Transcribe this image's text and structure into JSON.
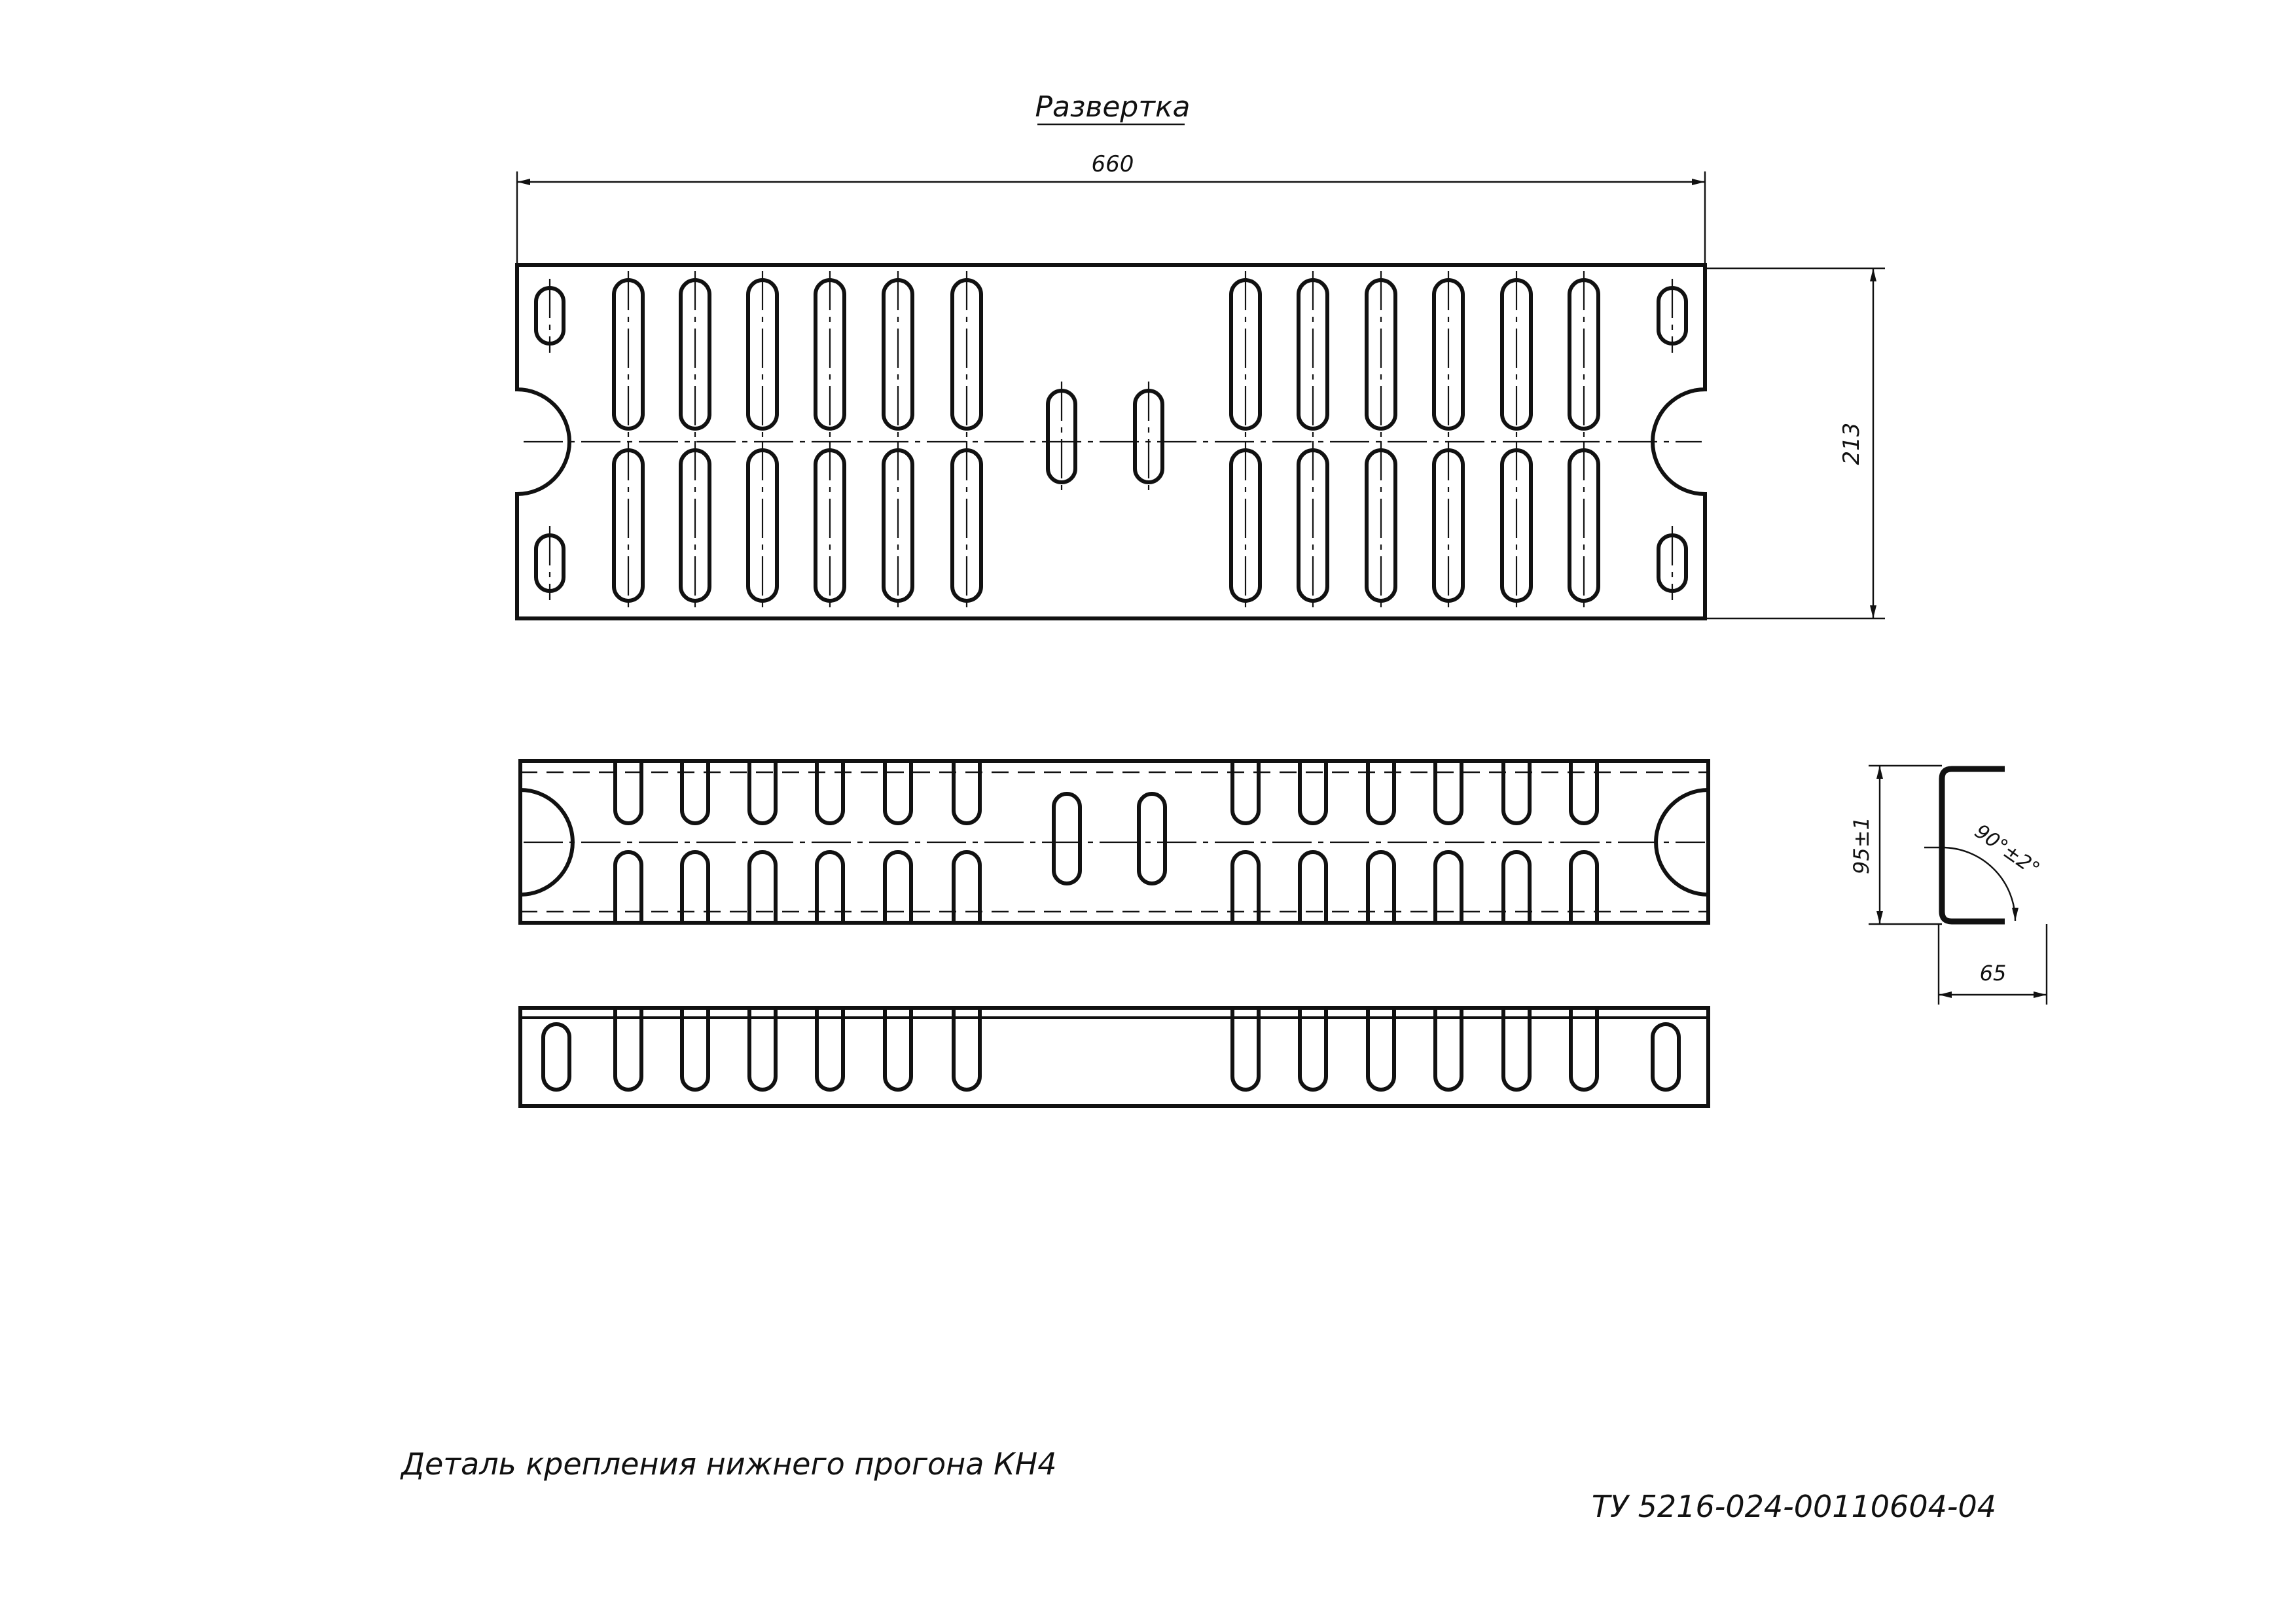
{
  "title": "Развертка",
  "dimensions": {
    "length": "660",
    "width": "213",
    "height": "95±1",
    "flange": "65",
    "angle": "90°±2°"
  },
  "caption": "Деталь крепления нижнего прогона КН4",
  "document_code": "ТУ 5216-024-00110604-04",
  "colors": {
    "ink": "#111111",
    "paper": "#ffffff"
  }
}
